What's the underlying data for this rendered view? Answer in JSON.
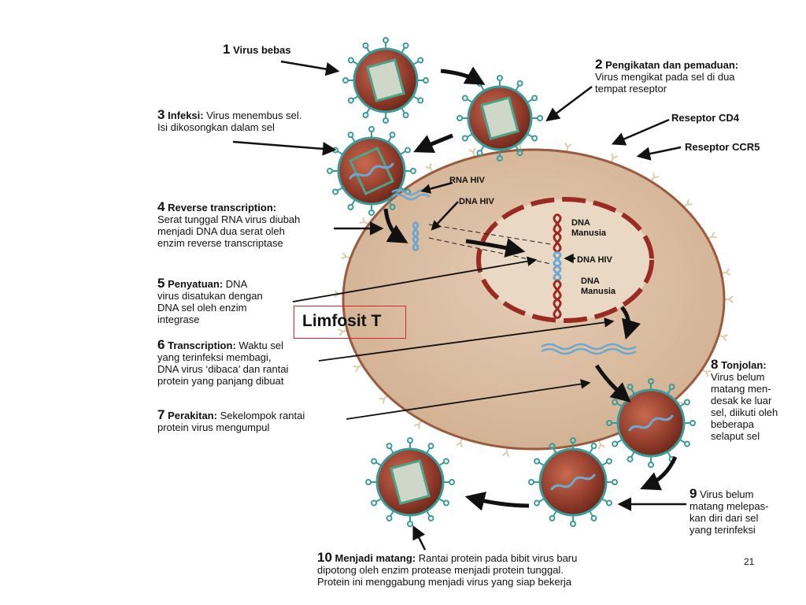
{
  "steps": [
    {
      "num": "1",
      "title": "Virus bebas",
      "lines": []
    },
    {
      "num": "2",
      "title": "Pengikatan dan pemaduan:",
      "lines": [
        "Virus mengikat pada sel di dua",
        "tempat reseptor"
      ]
    },
    {
      "num": "3",
      "title": "Infeksi:",
      "lines": [
        "Virus menembus sel.",
        "Isi dikosongkan dalam sel"
      ]
    },
    {
      "num": "4",
      "title": "Reverse transcription:",
      "lines": [
        "Serat tunggal RNA virus diubah",
        "menjadi DNA dua serat oleh",
        "enzim reverse transcriptase"
      ]
    },
    {
      "num": "5",
      "title": "Penyatuan:",
      "lines": [
        "DNA",
        "virus disatukan dengan",
        "DNA sel oleh enzim",
        "integrase"
      ]
    },
    {
      "num": "6",
      "title": "Transcription:",
      "lines": [
        "Waktu sel",
        "yang terinfeksi membagi,",
        "DNA virus ‘dibaca’ dan rantai",
        "protein yang panjang dibuat"
      ]
    },
    {
      "num": "7",
      "title": "Perakitan:",
      "lines": [
        "Sekelompok rantai",
        "protein virus mengumpul"
      ]
    },
    {
      "num": "8",
      "title": "Tonjolan:",
      "lines": [
        "Virus belum",
        "matang men-",
        "desak ke luar",
        "sel, diikuti oleh",
        "beberapa",
        "selaput sel"
      ]
    },
    {
      "num": "9",
      "title": "",
      "lines": [
        "Virus belum",
        "matang melepas-",
        "kan diri dari sel",
        "yang terinfeksi"
      ]
    },
    {
      "num": "10",
      "title": "Menjadi matang:",
      "lines": [
        "Rantai protein pada bibit virus baru",
        "dipotong oleh enzim protease menjadi protein tunggal.",
        "Protein ini menggabung menjadi virus yang siap bekerja"
      ]
    }
  ],
  "receptors": {
    "cd4": "Reseptor CD4",
    "ccr5": "Reseptor CCR5"
  },
  "inner_labels": {
    "rna_hiv": "RNA HIV",
    "dna_hiv_top": "DNA HIV",
    "dna_manusia_1": [
      "DNA",
      "Manusia"
    ],
    "dna_hiv_nucleus": "DNA HIV",
    "dna_manusia_2": [
      "DNA",
      "Manusia"
    ]
  },
  "cell_label": "Limfosit T",
  "page_number": "21",
  "colors": {
    "cell": "#dcc0a4",
    "cell_edge": "#9a5a3e",
    "nucleus_dash": "#9b2b22",
    "virus_body": "#8e3a2a",
    "virus_ring": "#3a9b9b",
    "dna_blue": "#6fa8cf",
    "dna_red": "#9b2b22",
    "receptor": "#d8cfa8",
    "arrow": "#111111"
  }
}
